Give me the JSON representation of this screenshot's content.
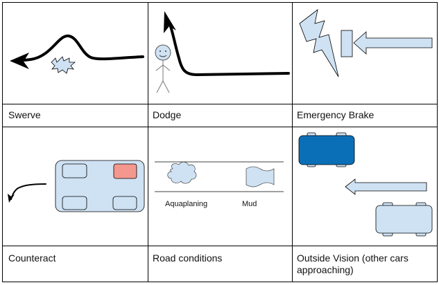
{
  "cells": [
    {
      "id": "swerve",
      "label": "Swerve"
    },
    {
      "id": "dodge",
      "label": "Dodge"
    },
    {
      "id": "emergency-brake",
      "label": "Emergency Brake"
    },
    {
      "id": "counteract",
      "label": "Counteract"
    },
    {
      "id": "road-conditions",
      "label": "Road conditions",
      "sublabels": {
        "left": "Aquaplaning",
        "right": "Mud"
      }
    },
    {
      "id": "outside-vision",
      "label": "Outside Vision (other cars approaching)"
    }
  ],
  "colors": {
    "light_blue_fill": "#cfe2f3",
    "dark_blue_fill": "#0b6fb8",
    "red_fill": "#f4978e",
    "stroke": "#000000",
    "border": "#000000"
  }
}
